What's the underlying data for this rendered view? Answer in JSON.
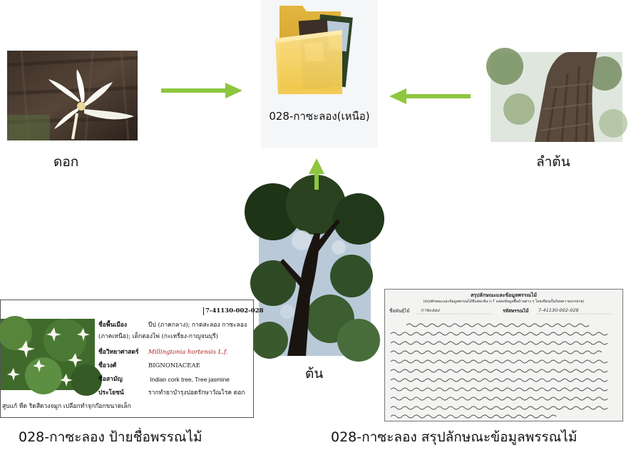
{
  "folder": {
    "label": "028-กาซะลอง(เหนือ)"
  },
  "captions": {
    "flower": "ดอก",
    "trunk": "ลำต้น",
    "tree": "ต้น",
    "label_card": "028-กาซะลอง ป้ายชื่อพรรณไม้",
    "summary": "028-กาซะลอง สรุปลักษณะข้อมูลพรรณไม้"
  },
  "label_card": {
    "code": "7-41130-002-028",
    "rows": [
      {
        "key": "ชื่อพื้นเมือง",
        "value": "ปีป (ภาคกลาง); กาดสะลอง กาซะลอง"
      },
      {
        "key": "",
        "value": "(ภาคเหนือ); เต็กตองไพ่ (กะเหรี่ยง-กาญจนบุรี)"
      },
      {
        "key": "ชื่อวิทยาศาสตร์",
        "value": "Millingtonia hortensis L.f."
      },
      {
        "key": "ชื่อวงศ์",
        "value": "BIGNONIACEAE"
      },
      {
        "key": "ชื่อสามัญ",
        "value": "Indian cork tree, Tree jasmine"
      },
      {
        "key": "ประโยชน์",
        "value": "รากทำยาบำรุงปอดรักษาวัณโรค ดอก"
      }
    ],
    "footer": "สูบแก้ หืด ริดสีดวงจมูก เปลือกทำจุกก๊อกขนาดเล็ก"
  },
  "summary_doc": {
    "title": "สรุปลักษณะและข้อมูลพรรณไม้",
    "subtitle": "(สรุปลักษณะและข้อมูลพรรณไม้ที่แต่ละต้น ก-7 แสดงข้อมูลพื้นบ้านต่าง ๆ โดยเขียนเป็นร้อยความบรรยาย)",
    "field_name_label": "ชื่อพันธุ์ไม้",
    "field_name_value": "กาซะลอง",
    "field_code_label": "รหัสพรรณไม้",
    "field_code_value": "7-41130-002-028"
  },
  "colors": {
    "arrow": "#8dc63f",
    "folder_yellow": "#f2c94c",
    "sci_red": "#b0201f"
  },
  "icons": {
    "folder": "folder-icon",
    "arrow": "arrow-icon"
  }
}
